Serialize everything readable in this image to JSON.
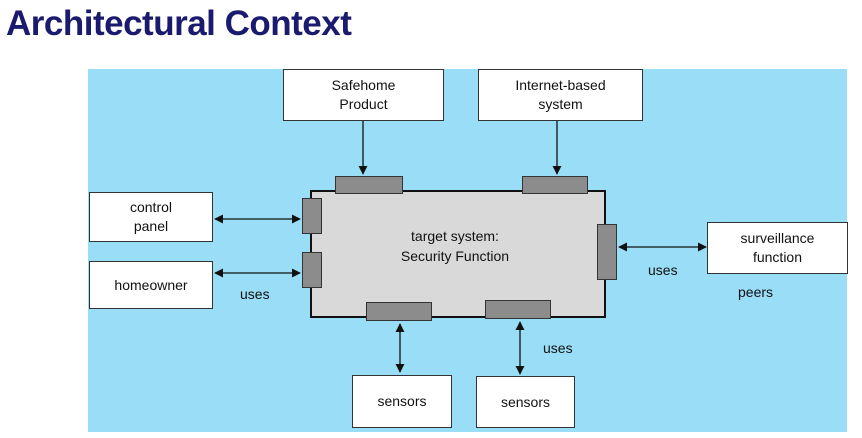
{
  "title": "Architectural Context",
  "diagram": {
    "target_system": "target system:\nSecurity Function",
    "actors": {
      "safehome_product": "Safehome\nProduct",
      "internet_system": "Internet-based\nsystem",
      "control_panel": "control\npanel",
      "homeowner": "homeowner",
      "surveillance": "surveillance\nfunction",
      "sensors_1": "sensors",
      "sensors_2": "sensors"
    },
    "labels": {
      "uses_homeowner": "uses",
      "uses_surveillance": "uses",
      "uses_sensors": "uses",
      "peers": "peers"
    }
  }
}
